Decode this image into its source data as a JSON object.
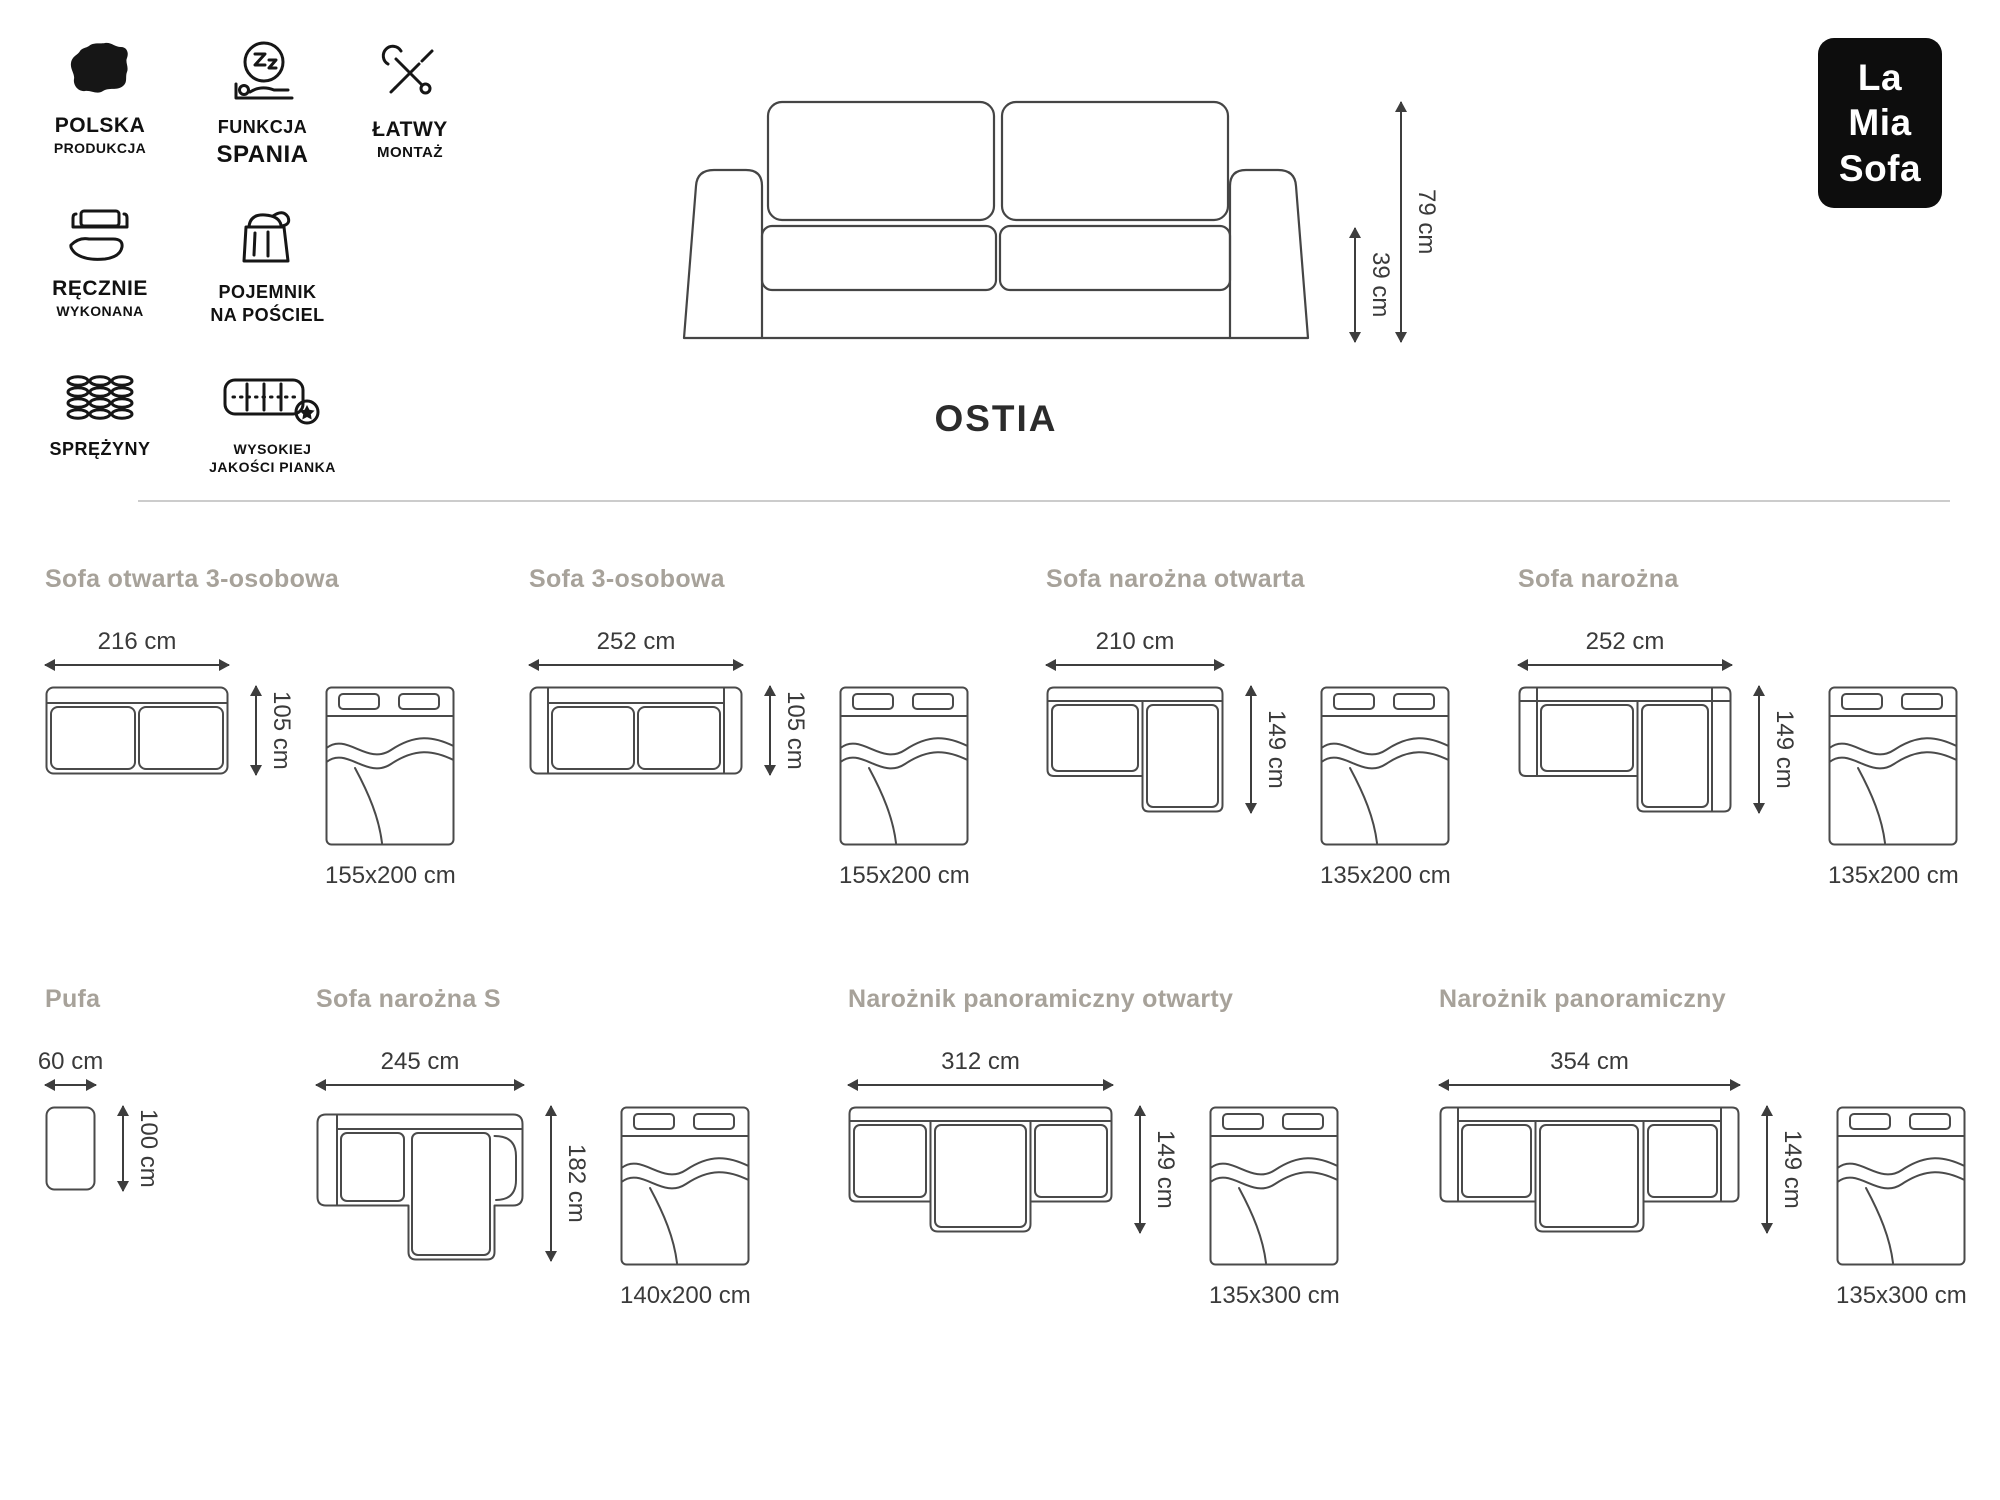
{
  "logo": {
    "line1": "La",
    "line2": "Mia",
    "line3": "Sofa"
  },
  "product": {
    "name": "OSTIA",
    "total_height": "79 cm",
    "seat_height": "39 cm"
  },
  "features": [
    {
      "name": "polska-produkcja",
      "line1": "POLSKA",
      "line2": "PRODUKCJA"
    },
    {
      "name": "funkcja-spania",
      "line1": "FUNKCJA",
      "line2": "SPANIA"
    },
    {
      "name": "latwy-montaz",
      "line1": "ŁATWY",
      "line2": "MONTAŻ"
    },
    {
      "name": "recznie-wykonana",
      "line1": "RĘCZNIE",
      "line2": "WYKONANA"
    },
    {
      "name": "pojemnik-na-posciel",
      "line1": "POJEMNIK",
      "line2": "NA POŚCIEL"
    },
    {
      "name": "sprezyny",
      "line1": "SPRĘŻYNY"
    },
    {
      "name": "wysokiej-jakosci-pianka",
      "line1": "WYSOKIEJ",
      "line2": "JAKOŚCI PIANKA"
    }
  ],
  "configs": [
    {
      "title": "Sofa otwarta 3-osobowa",
      "width": "216 cm",
      "depth": "105 cm",
      "bed_size": "155x200 cm"
    },
    {
      "title": "Sofa 3-osobowa",
      "width": "252 cm",
      "depth": "105 cm",
      "bed_size": "155x200 cm"
    },
    {
      "title": "Sofa narożna otwarta",
      "width": "210 cm",
      "depth": "149 cm",
      "bed_size": "135x200 cm"
    },
    {
      "title": "Sofa narożna",
      "width": "252 cm",
      "depth": "149 cm",
      "bed_size": "135x200 cm"
    },
    {
      "title": "Pufa",
      "width": "60 cm",
      "depth": "100 cm"
    },
    {
      "title": "Sofa narożna S",
      "width": "245 cm",
      "depth": "182 cm",
      "bed_size": "140x200 cm"
    },
    {
      "title": "Narożnik panoramiczny otwarty",
      "width": "312 cm",
      "depth": "149 cm",
      "bed_size": "135x300 cm"
    },
    {
      "title": "Narożnik panoramiczny",
      "width": "354 cm",
      "depth": "149 cm",
      "bed_size": "135x300 cm"
    }
  ]
}
